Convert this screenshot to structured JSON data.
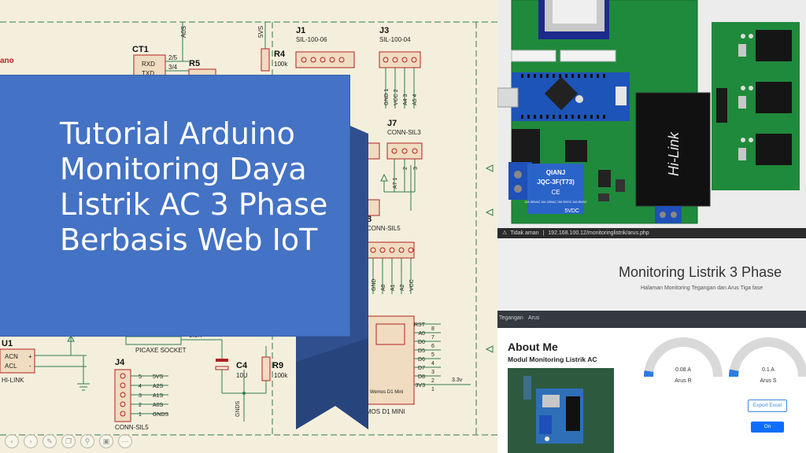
{
  "banner": {
    "title": "Tutorial Arduino\nMonitoring Daya\nListrik AC 3 Phase\nBerbasis Web IoT"
  },
  "schematic": {
    "ref_tag": "ano",
    "labels": {
      "ct1": "CT1",
      "r5": "R5",
      "r4": "R4",
      "r4_val": "100k",
      "a0s": "A0S",
      "v5s": "5VS",
      "rxd": "RXD",
      "txd": "TXD",
      "pins_25": "2/5",
      "pins_34": "3/4",
      "j1": "J1",
      "j1_type": "SIL-100-06",
      "j3": "J3",
      "j3_type": "SIL-100-04",
      "j3_pins": [
        "GND 1",
        "VCC 2",
        "A4 3",
        "A5 4"
      ],
      "j7": "J7",
      "j7_type": "CONN-SIL3",
      "j7_pins": [
        "A7 1",
        "2",
        "3"
      ],
      "j8": "8",
      "j8_type": "CONN-SIL5",
      "j8_pins": [
        "GND",
        "A0",
        "A1",
        "A2",
        "VCC"
      ],
      "u1": "U1",
      "u1_acn": "ACN",
      "u1_acl": "ACL",
      "u1_plus": "+",
      "u1_minus": "-",
      "u1_name": "HI-LINK",
      "j4": "J4",
      "j4_pins": [
        "5VS",
        "A2S",
        "A1S",
        "A0S",
        "GNDS"
      ],
      "j4_nums": [
        "5",
        "4",
        "3",
        "2",
        "1"
      ],
      "j4_name": "CONN-SIL5",
      "picaxe": "PICAXE SOCKET",
      "r33k": "3.3K",
      "c4": "C4",
      "c4_val": "10U",
      "r9": "R9",
      "r9_val": "100k",
      "gnds": "GNDS",
      "wemos_pins": [
        "RST",
        "A0",
        "D0",
        "D5",
        "D6",
        "D7",
        "D8",
        "3V3"
      ],
      "wemos_nums": [
        "8",
        "7",
        "6",
        "5",
        "4",
        "3",
        "2",
        "1"
      ],
      "wemos_name": "WEMOS D1 MINI",
      "wemos_chip": "Wemos D1 Mini",
      "v33": "3.3v"
    }
  },
  "pcb": {
    "hilink": "Hi-Link",
    "relay_line1": "QIANJ",
    "relay_line2": "JQC-3F(T73)",
    "relay_ce": "CE",
    "relay_spec": "10A 250VAC 10A 125VAC\n10A 30VDC 10A 28VDC",
    "relay_5v": "5VDC"
  },
  "browser": {
    "security": "Tidak aman",
    "url": "192.168.100.12/monitoringlistrik/arus.php",
    "hero_title": "Monitoring Listrik 3 Phase",
    "hero_subtitle": "Halaman Monitoring Tegangan dan Arus Tiga fase",
    "nav": [
      "Tegangan",
      "Arus"
    ],
    "about_title": "About Me",
    "about_subtitle": "Modul Monitoring Listrik AC",
    "gauges": [
      {
        "value": "0.08 A",
        "label": "Arus R",
        "level": 0.05
      },
      {
        "value": "0.1 A",
        "label": "Arus S",
        "level": 0.06
      }
    ],
    "export_label": "Export Excel",
    "on_label": "On"
  },
  "colors": {
    "banner": "#4472c4",
    "banner_shadow": "#2f4f8f",
    "schematic_line": "#2e7d4f",
    "schematic_red": "#b22222",
    "pcb_green": "#1f8a3b",
    "navbar": "#343a40",
    "button_blue": "#0d6efd"
  },
  "toolbar_icons": [
    "back-icon",
    "forward-icon",
    "pen-icon",
    "copy-icon",
    "zoom-icon",
    "fit-icon",
    "more-icon"
  ]
}
